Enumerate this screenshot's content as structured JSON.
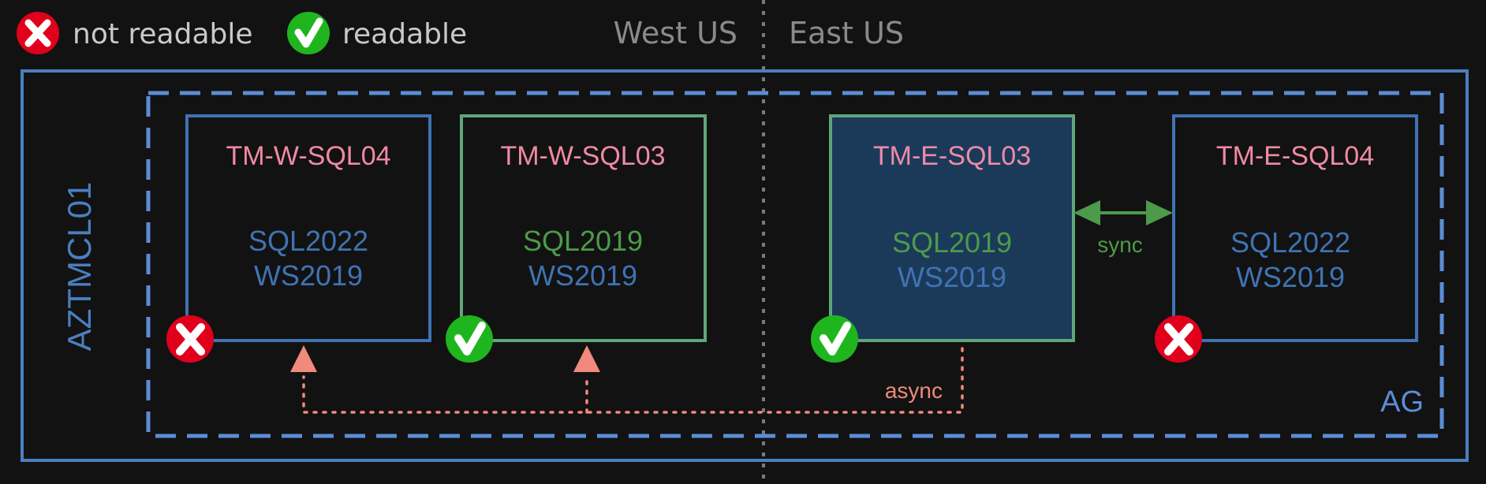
{
  "legend": {
    "not_readable": "not readable",
    "readable": "readable"
  },
  "regions": {
    "west": "West US",
    "east": "East US"
  },
  "cluster": {
    "name": "AZTMCL01"
  },
  "group": {
    "name": "AG"
  },
  "nodes": [
    {
      "name": "TM-W-SQL04",
      "sql": "SQL2022",
      "os": "WS2019",
      "readable": false
    },
    {
      "name": "TM-W-SQL03",
      "sql": "SQL2019",
      "os": "WS2019",
      "readable": true
    },
    {
      "name": "TM-E-SQL03",
      "sql": "SQL2019",
      "os": "WS2019",
      "readable": true,
      "primary": true
    },
    {
      "name": "TM-E-SQL04",
      "sql": "SQL2022",
      "os": "WS2019",
      "readable": false
    }
  ],
  "links": {
    "sync": "sync",
    "async": "async"
  },
  "colors": {
    "background": "#121212",
    "blue": "#4a7fc0",
    "dashed_blue": "#5b8dd6",
    "green_border": "#5fa67a",
    "green_text": "#4d9a4a",
    "blue_text": "#3f73b3",
    "pink_text": "#f08aa6",
    "salmon": "#f08a7c",
    "primary_fill": "#1b3a5a",
    "red_badge": "#e0001b",
    "green_badge": "#1fb51f"
  }
}
